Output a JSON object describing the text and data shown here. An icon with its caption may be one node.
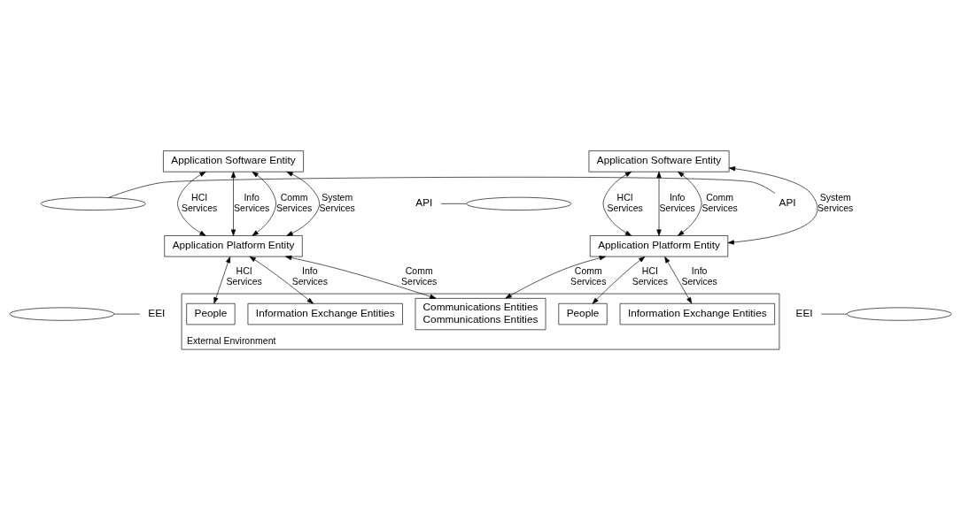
{
  "diagram": {
    "nodes": [
      {
        "text": [
          "Application Software Entity"
        ]
      },
      {
        "text": [
          "Application Software Entity"
        ]
      },
      {
        "text": [
          "API"
        ]
      },
      {
        "text": [],
        "shape": "ellipse"
      },
      {
        "text": [
          "API"
        ]
      },
      {
        "text": [],
        "shape": "ellipse"
      },
      {
        "text": [
          "Application Platform Entity"
        ]
      },
      {
        "text": [
          "Application Platform Entity"
        ]
      },
      {
        "text": [],
        "shape": "ellipse"
      },
      {
        "text": [
          "EEI"
        ]
      },
      {
        "text": [],
        "shape": "ellipse"
      },
      {
        "text": [
          "EEI"
        ]
      },
      {
        "text": [
          "External Environment"
        ]
      },
      {
        "text": [
          "People"
        ],
        "in": 12
      },
      {
        "text": [
          "Information Exchange Entities"
        ],
        "in": 12
      },
      {
        "text": [
          "Communications Entities",
          "Communications Entities"
        ],
        "in": 12
      },
      {
        "text": [
          "People"
        ],
        "in": 12
      },
      {
        "text": [
          "Information Exchange Entities"
        ],
        "in": 12
      }
    ],
    "edges": [
      {
        "from": 0,
        "to": 6,
        "arrow": "both",
        "label": "HCI Services"
      },
      {
        "from": 0,
        "to": 6,
        "arrow": "both",
        "label": "Info Services"
      },
      {
        "from": 0,
        "to": 6,
        "arrow": "both",
        "label": "Comm Services"
      },
      {
        "from": 0,
        "to": 6,
        "arrow": "both",
        "label": "System Services"
      },
      {
        "from": 1,
        "to": 7,
        "arrow": "both",
        "label": "HCI Services"
      },
      {
        "from": 1,
        "to": 7,
        "arrow": "both",
        "label": "Info Services"
      },
      {
        "from": 1,
        "to": 7,
        "arrow": "both",
        "label": "Comm Services"
      },
      {
        "from": 1,
        "to": 7,
        "arrow": "both",
        "label": "System Services"
      },
      {
        "from": 2,
        "to": 3,
        "arrow": "none"
      },
      {
        "from": 4,
        "to": 5,
        "arrow": "none"
      },
      {
        "from": 6,
        "to": 13,
        "arrow": "both",
        "label": "HCI Services"
      },
      {
        "from": 6,
        "to": 14,
        "arrow": "both",
        "label": "Info Services"
      },
      {
        "from": 6,
        "to": 15,
        "arrow": "both",
        "label": "Comm Services"
      },
      {
        "from": 7,
        "to": 16,
        "arrow": "both",
        "label": "HCI Services"
      },
      {
        "from": 7,
        "to": 17,
        "arrow": "both",
        "label": "Info Services"
      },
      {
        "from": 7,
        "to": 15,
        "arrow": "both",
        "label": "Comm Services"
      },
      {
        "from": 9,
        "to": 8,
        "arrow": "none"
      },
      {
        "from": 11,
        "to": 10,
        "arrow": "none"
      }
    ]
  }
}
